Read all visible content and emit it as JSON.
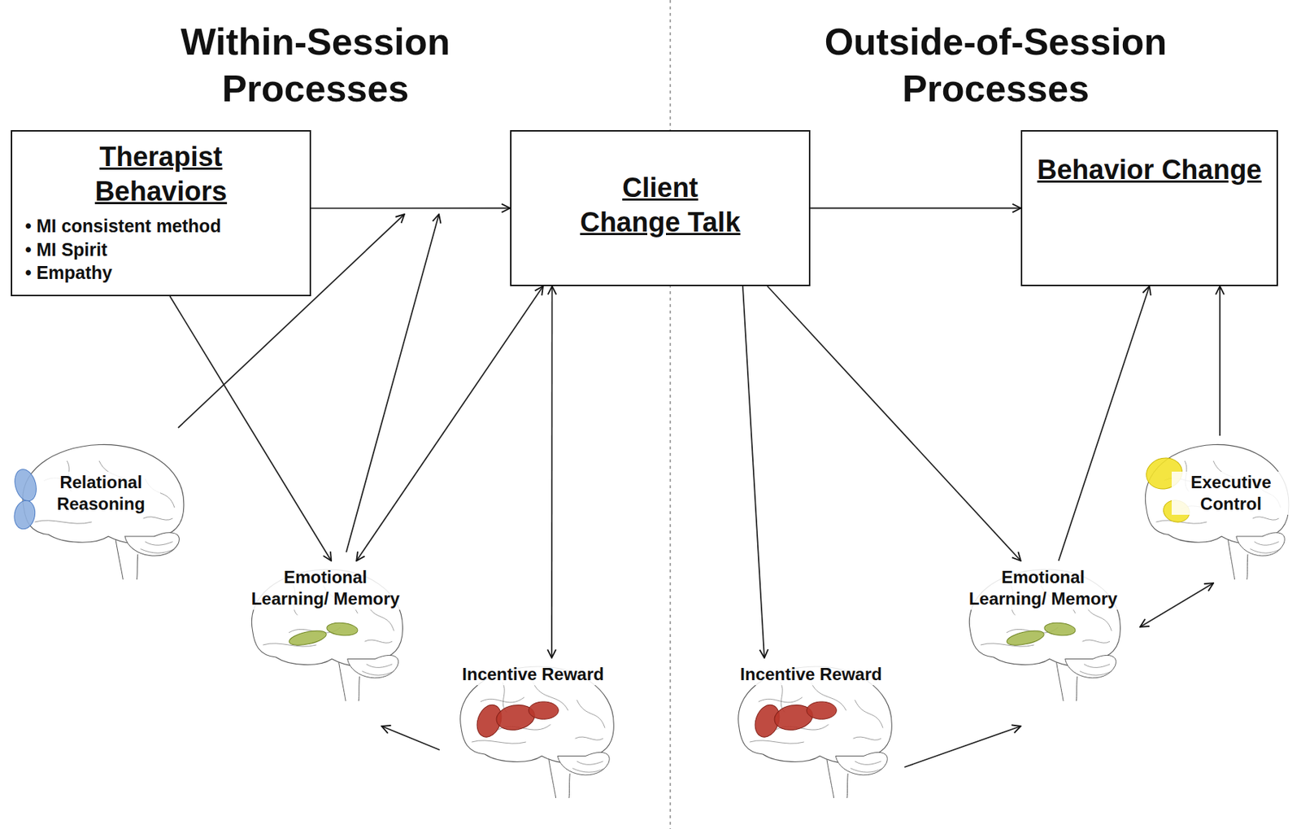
{
  "diagram": {
    "nodes": [
      {
        "text": [
          "Therapist Behaviors",
          "• MI consistent method",
          "• MI Spirit",
          "• Empathy"
        ]
      },
      {
        "text": [
          "Client Change Talk"
        ]
      },
      {
        "text": [
          "Behavior Change"
        ]
      },
      {
        "text": [
          "Relational Reasoning"
        ]
      },
      {
        "text": [
          "Emotional Learning/ Memory"
        ]
      },
      {
        "text": [
          "Incentive Reward"
        ]
      },
      {
        "text": [
          "Incentive Reward"
        ]
      },
      {
        "text": [
          "Emotional Learning/ Memory"
        ]
      },
      {
        "text": [
          "Executive Control"
        ]
      }
    ],
    "edges": [
      {
        "from": 0,
        "to": 1,
        "arrow": "to"
      },
      {
        "from": 1,
        "to": 2,
        "arrow": "to"
      },
      {
        "from": 0,
        "to": 4,
        "arrow": "to"
      },
      {
        "from": 4,
        "to": 1,
        "arrow": "both"
      },
      {
        "from": 1,
        "to": 5,
        "arrow": "both"
      },
      {
        "from": 5,
        "to": 4,
        "arrow": "to"
      },
      {
        "from": 1,
        "to": 6,
        "arrow": "to"
      },
      {
        "from": 1,
        "to": 7,
        "arrow": "to"
      },
      {
        "from": 7,
        "to": 2,
        "arrow": "to"
      },
      {
        "from": 8,
        "to": 2,
        "arrow": "to"
      },
      {
        "from": 7,
        "to": 8,
        "arrow": "both"
      },
      {
        "from": 6,
        "to": 7,
        "arrow": "to"
      }
    ],
    "labels": [
      "Within-Session Processes",
      "Outside-of-Session Processes"
    ]
  }
}
